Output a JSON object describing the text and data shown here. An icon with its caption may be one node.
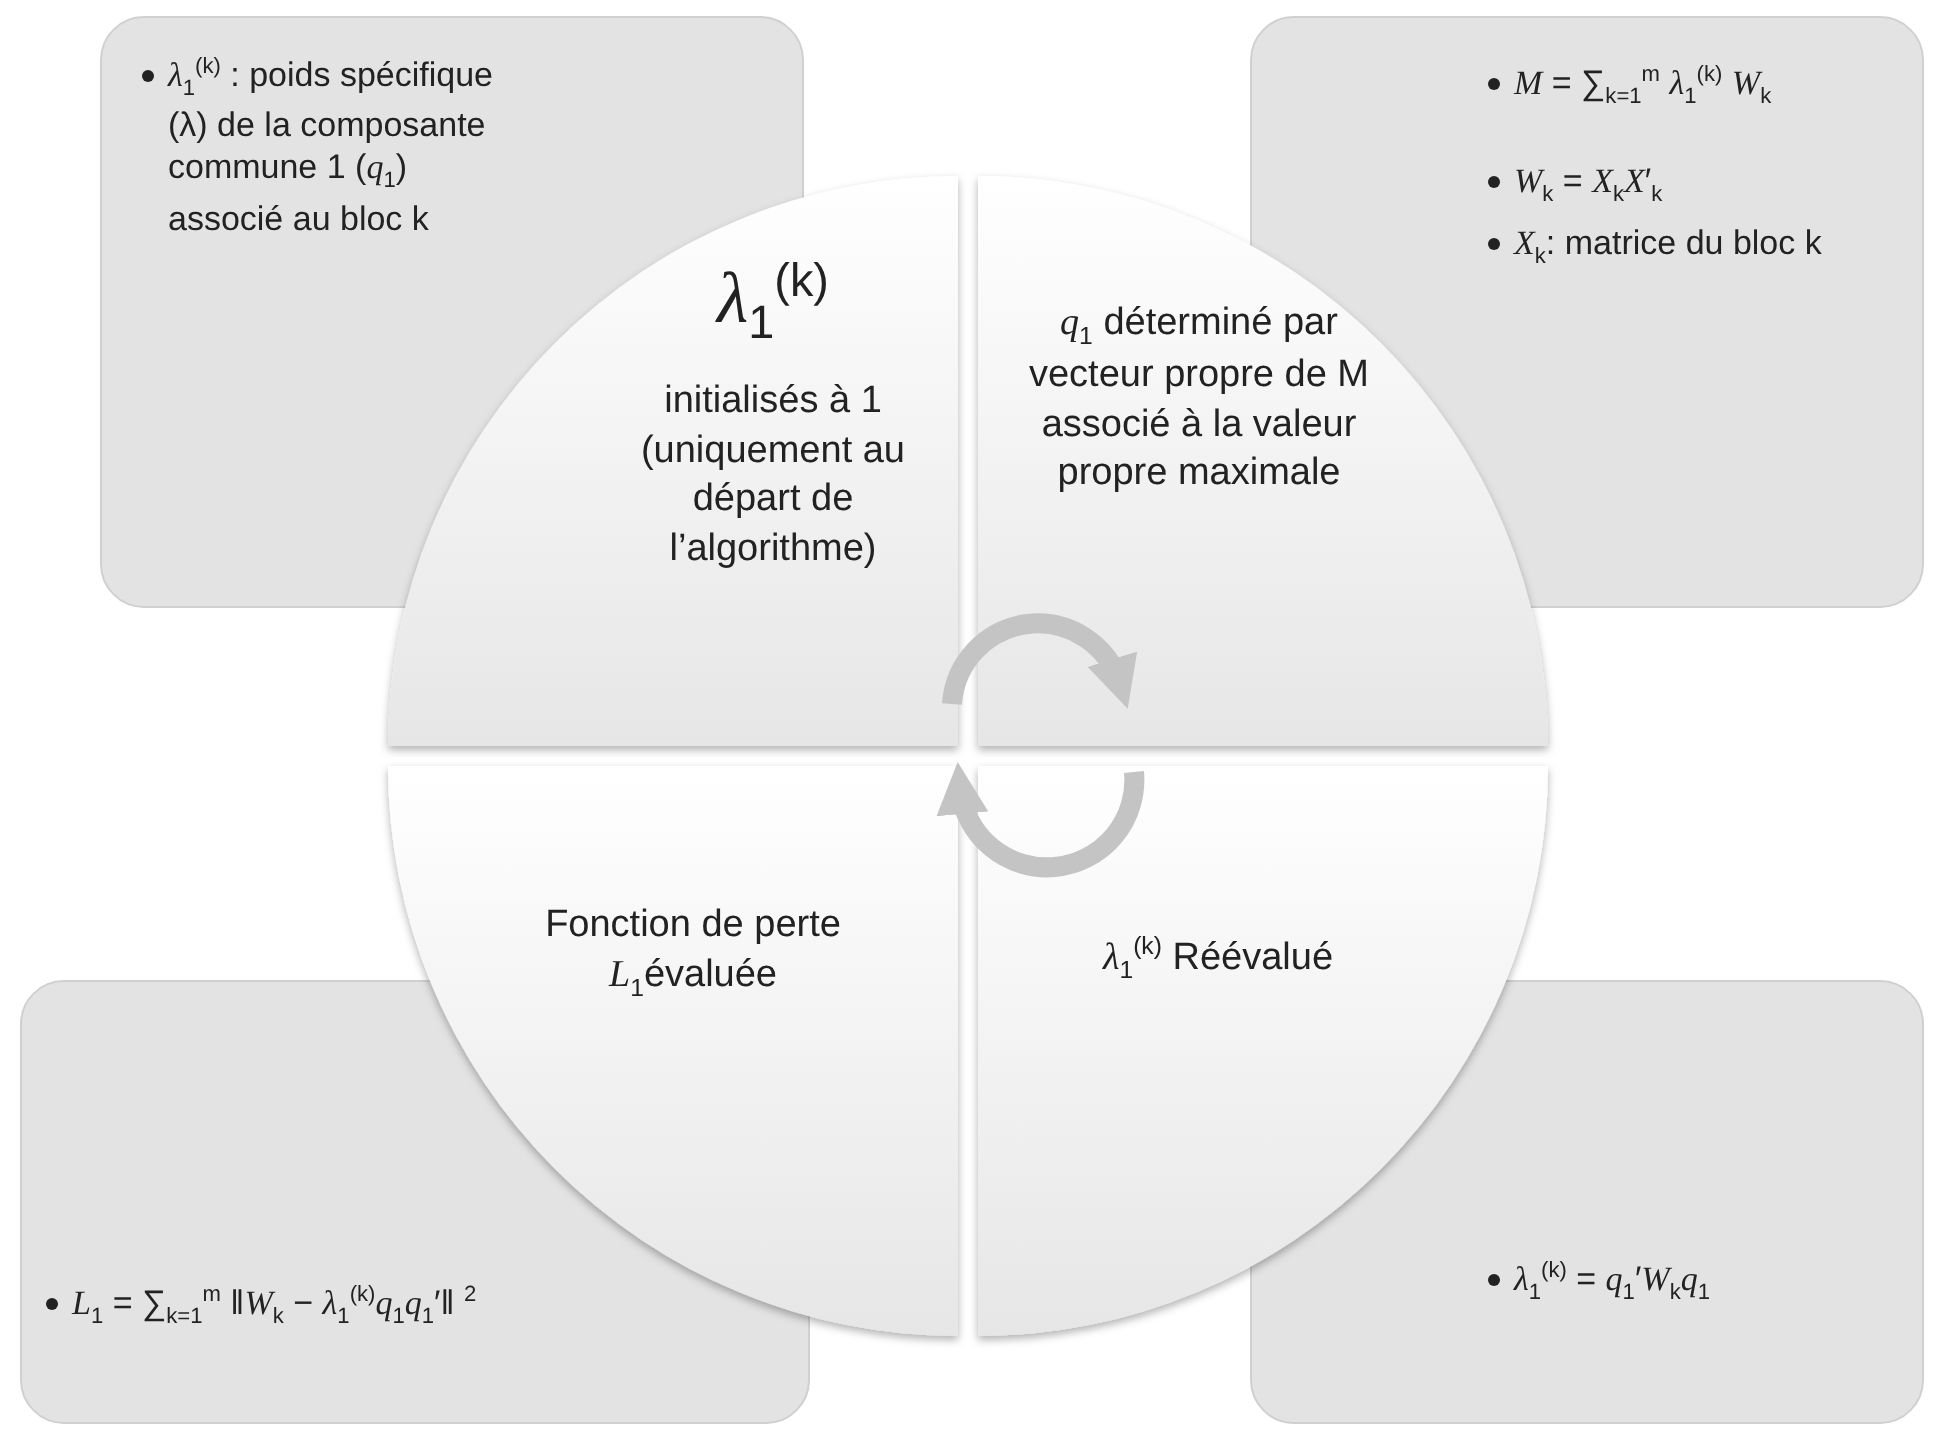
{
  "diagram": {
    "nodes": [
      {
        "text": [
          "*λ*$_{1}$$^{(k)}$ : poids spécifique (λ) de la composante commune 1 (*q*$_{1}$) associé au bloc k"
        ]
      },
      {
        "text": [
          "*M* = ∑$_{k=1}$$^{m}$ *λ*$_{1}$$^{(k)}$ *W*$_{k}$",
          "*W*$_{k}$ = *X*$_{k}$*X*′$_{k}$",
          "*X*$_{k}$: matrice du bloc k"
        ]
      },
      {
        "text": [
          "*λ*$_{1}$$^{(k)}$",
          "initialisés à 1 (uniquement au départ de l’algorithme)"
        ]
      },
      {
        "text": [
          "*q*$_{1}$ déterminé par vecteur propre de M associé à la valeur propre maximale"
        ]
      },
      {
        "text": [
          "Fonction de perte *L*$_{1}$évaluée"
        ]
      },
      {
        "text": [
          "*λ*$_{1}$$^{(k)}$ Réévalué"
        ]
      },
      {
        "text": [
          "*L*$_{1}$ = ∑$_{k=1}$$^{m}$ ‖*W*$_{k}$ − *λ*$_{1}$$^{(k)}$*q*$_{1}$*q*$_{1}$′‖ $^{2}$"
        ]
      },
      {
        "text": [
          "*λ*$_{1}$$^{(k)}$ = *q*$_{1}$′*W*$_{k}$*q*$_{1}$"
        ]
      }
    ],
    "edges": [
      {
        "from": 2,
        "to": 3,
        "arrow": "to"
      },
      {
        "from": 5,
        "to": 4,
        "arrow": "to"
      }
    ]
  }
}
